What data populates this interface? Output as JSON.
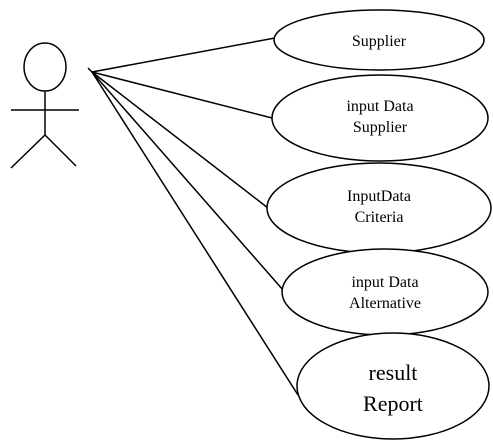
{
  "diagram": {
    "type": "use-case",
    "actor": {
      "label": ""
    },
    "use_cases": [
      {
        "id": "supplier",
        "lines": [
          "Supplier"
        ]
      },
      {
        "id": "input-data-supplier",
        "lines": [
          "input Data",
          "Supplier"
        ]
      },
      {
        "id": "inputdata-criteria",
        "lines": [
          "InputData",
          "Criteria"
        ]
      },
      {
        "id": "input-data-alternative",
        "lines": [
          "input Data",
          "Alternative"
        ]
      },
      {
        "id": "result-report",
        "lines": [
          "result",
          "Report"
        ]
      }
    ]
  }
}
